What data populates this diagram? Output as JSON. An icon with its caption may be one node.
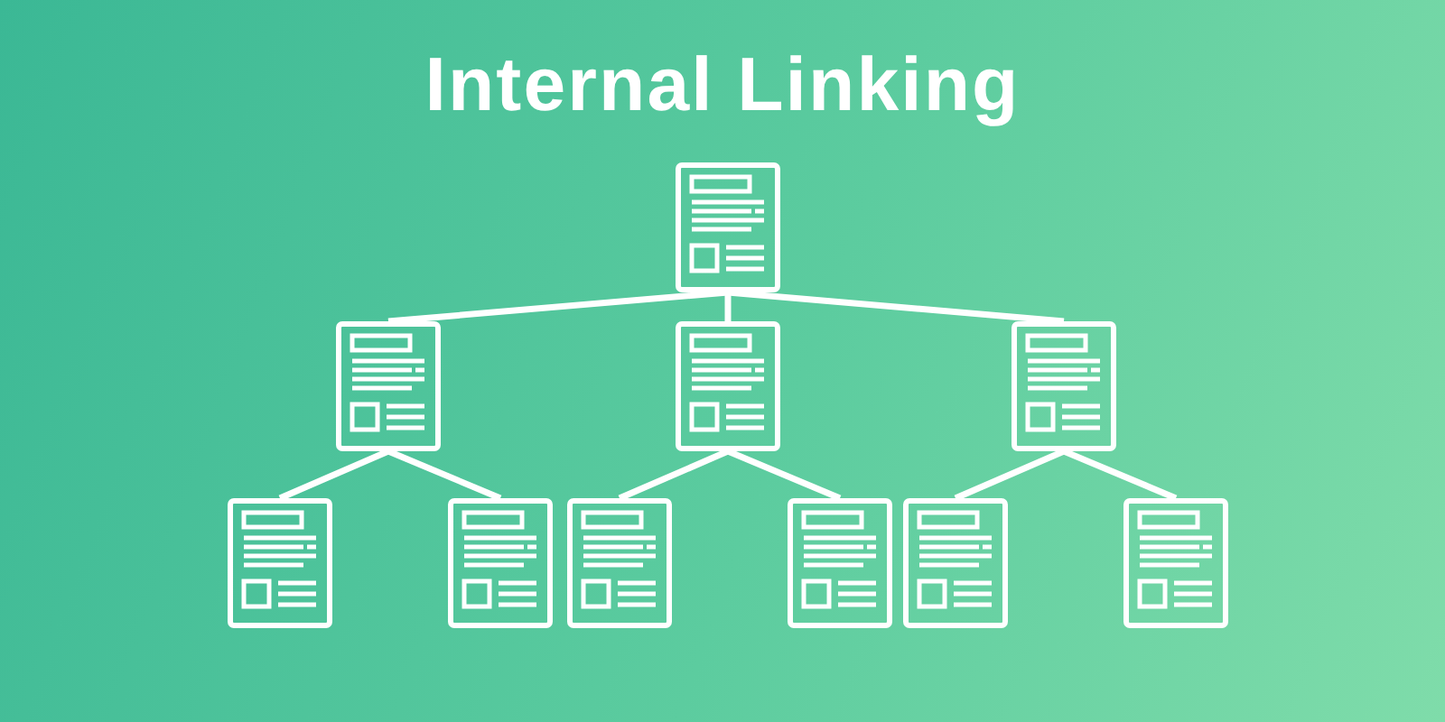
{
  "diagram": {
    "title": "Internal Linking",
    "nodes": [
      {
        "text": [],
        "shape": "picture"
      },
      {
        "text": [],
        "shape": "picture"
      },
      {
        "text": [],
        "shape": "picture"
      },
      {
        "text": [],
        "shape": "picture"
      },
      {
        "text": [],
        "shape": "picture"
      },
      {
        "text": [],
        "shape": "picture"
      },
      {
        "text": [],
        "shape": "picture"
      },
      {
        "text": [],
        "shape": "picture"
      },
      {
        "text": [],
        "shape": "picture"
      },
      {
        "text": [],
        "shape": "picture"
      }
    ],
    "edges": [
      {
        "from": 0,
        "to": 1,
        "arrow": "none"
      },
      {
        "from": 0,
        "to": 2,
        "arrow": "none"
      },
      {
        "from": 0,
        "to": 3,
        "arrow": "none"
      },
      {
        "from": 1,
        "to": 4,
        "arrow": "none"
      },
      {
        "from": 1,
        "to": 5,
        "arrow": "none"
      },
      {
        "from": 2,
        "to": 6,
        "arrow": "none"
      },
      {
        "from": 2,
        "to": 7,
        "arrow": "none"
      },
      {
        "from": 3,
        "to": 8,
        "arrow": "none"
      },
      {
        "from": 3,
        "to": 9,
        "arrow": "none"
      }
    ]
  }
}
